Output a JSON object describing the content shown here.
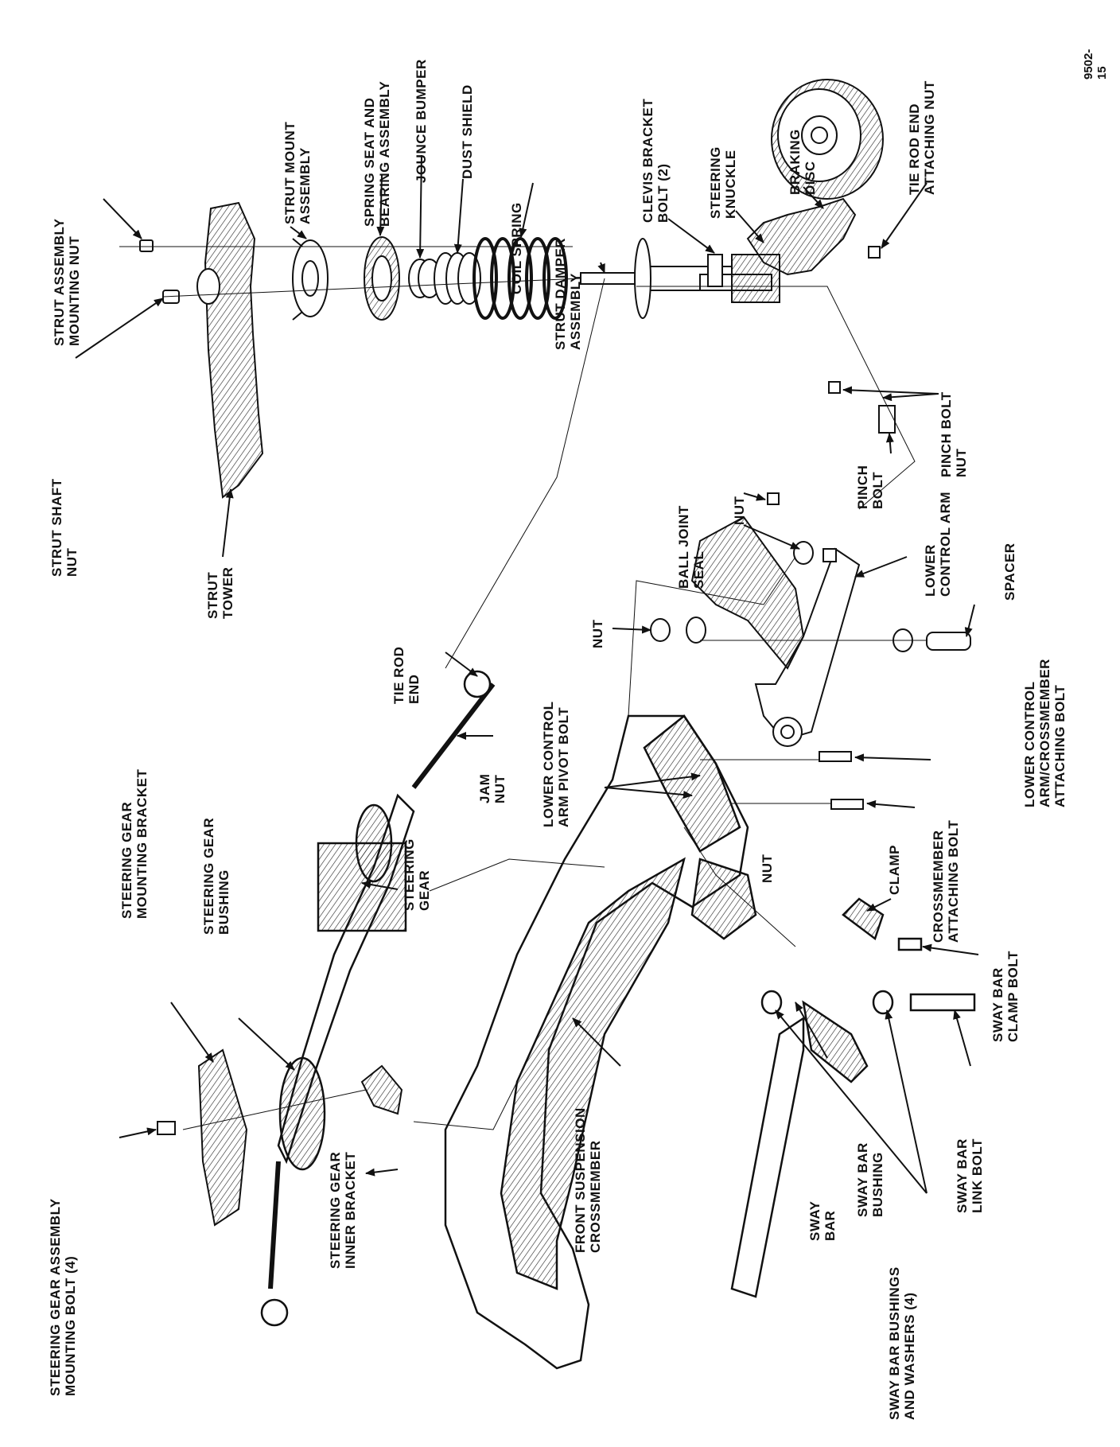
{
  "figure_id": "9502-15",
  "labels": {
    "steering_gear_assembly_mounting_bolt": "STEERING GEAR ASSEMBLY\nMOUNTING BOLT (4)",
    "steering_gear_mounting_bracket": "STEERING GEAR\nMOUNTING BRACKET",
    "steering_gear_bushing": "STEERING GEAR\nBUSHING",
    "steering_gear": "STEERING\nGEAR",
    "steering_gear_inner_bracket": "STEERING GEAR\nINNER BRACKET",
    "front_suspension_crossmember": "FRONT SUSPENSION\nCROSSMEMBER",
    "sway_bar_bushings_and_washers": "SWAY BAR BUSHINGS\nAND WASHERS (4)",
    "sway_bar": "SWAY\nBAR",
    "sway_bar_bushing": "SWAY BAR\nBUSHING",
    "sway_bar_link_bolt": "SWAY BAR\nLINK BOLT",
    "sway_bar_clamp_bolt": "SWAY BAR\nCLAMP BOLT",
    "clamp": "CLAMP",
    "crossmember_attaching_bolt": "CROSSMEMBER\nATTACHING BOLT",
    "nut_crossmember": "NUT",
    "lower_control_arm_pivot_bolt": "LOWER CONTROL\nARM PIVOT BOLT",
    "lower_control_arm_crossmember_attaching_bolt": "LOWER CONTROL\nARM/CROSSMEMBER\nATTACHING BOLT",
    "jam_nut": "JAM\nNUT",
    "tie_rod_end": "TIE ROD\nEND",
    "nut_lower": "NUT",
    "spacer": "SPACER",
    "lower_control_arm": "LOWER\nCONTROL ARM",
    "ball_joint_seal": "BALL JOINT\nSEAL",
    "nut_knuckle": "NUT",
    "pinch_bolt": "PINCH\nBOLT",
    "pinch_bolt_nut": "PINCH BOLT\nNUT",
    "strut_shaft_nut": "STRUT SHAFT\nNUT",
    "strut_tower": "STRUT\nTOWER",
    "strut_assembly_mounting_nut": "STRUT ASSEMBLY\nMOUNTING NUT",
    "strut_mount_assembly": "STRUT MOUNT\nASSEMBLY",
    "spring_seat_and_bearing_assembly": "SPRING SEAT AND\nBEARING ASSEMBLY",
    "jounce_bumper": "JOUNCE BUMPER",
    "dust_shield": "DUST SHIELD",
    "coil_spring": "COIL SPRING",
    "strut_damper_assembly": "STRUT DAMPER\nASSEMBLY",
    "clevis_bracket_bolt": "CLEVIS BRACKET\nBOLT (2)",
    "steering_knuckle": "STEERING\nKNUCKLE",
    "braking_disc": "BRAKING\nDISC",
    "tie_rod_end_attaching_nut": "TIE ROD END\nATTACHING NUT"
  }
}
